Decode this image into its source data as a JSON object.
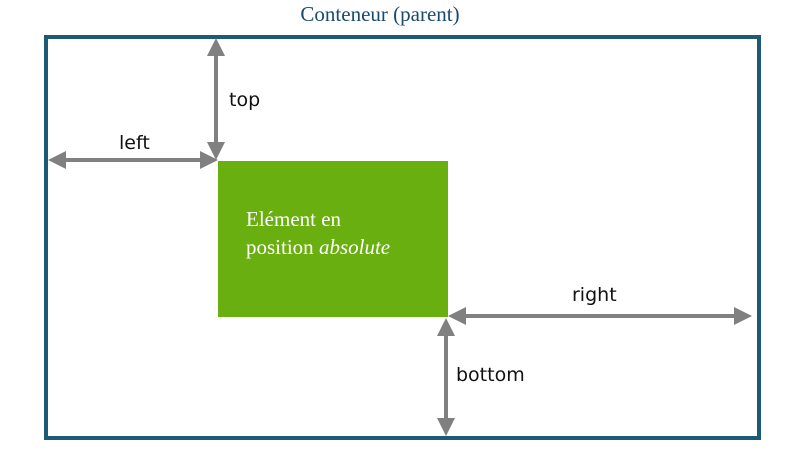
{
  "title": "Conteneur (parent)",
  "element": {
    "line1": "Elément en",
    "line2_prefix": "position ",
    "line2_em": "absolute"
  },
  "offsets": {
    "top": "top",
    "left": "left",
    "right": "right",
    "bottom": "bottom"
  },
  "colors": {
    "container_border": "#1d5a78",
    "element_fill": "#6aaf10",
    "arrow": "#808080",
    "title_text": "#1a4a6e"
  }
}
